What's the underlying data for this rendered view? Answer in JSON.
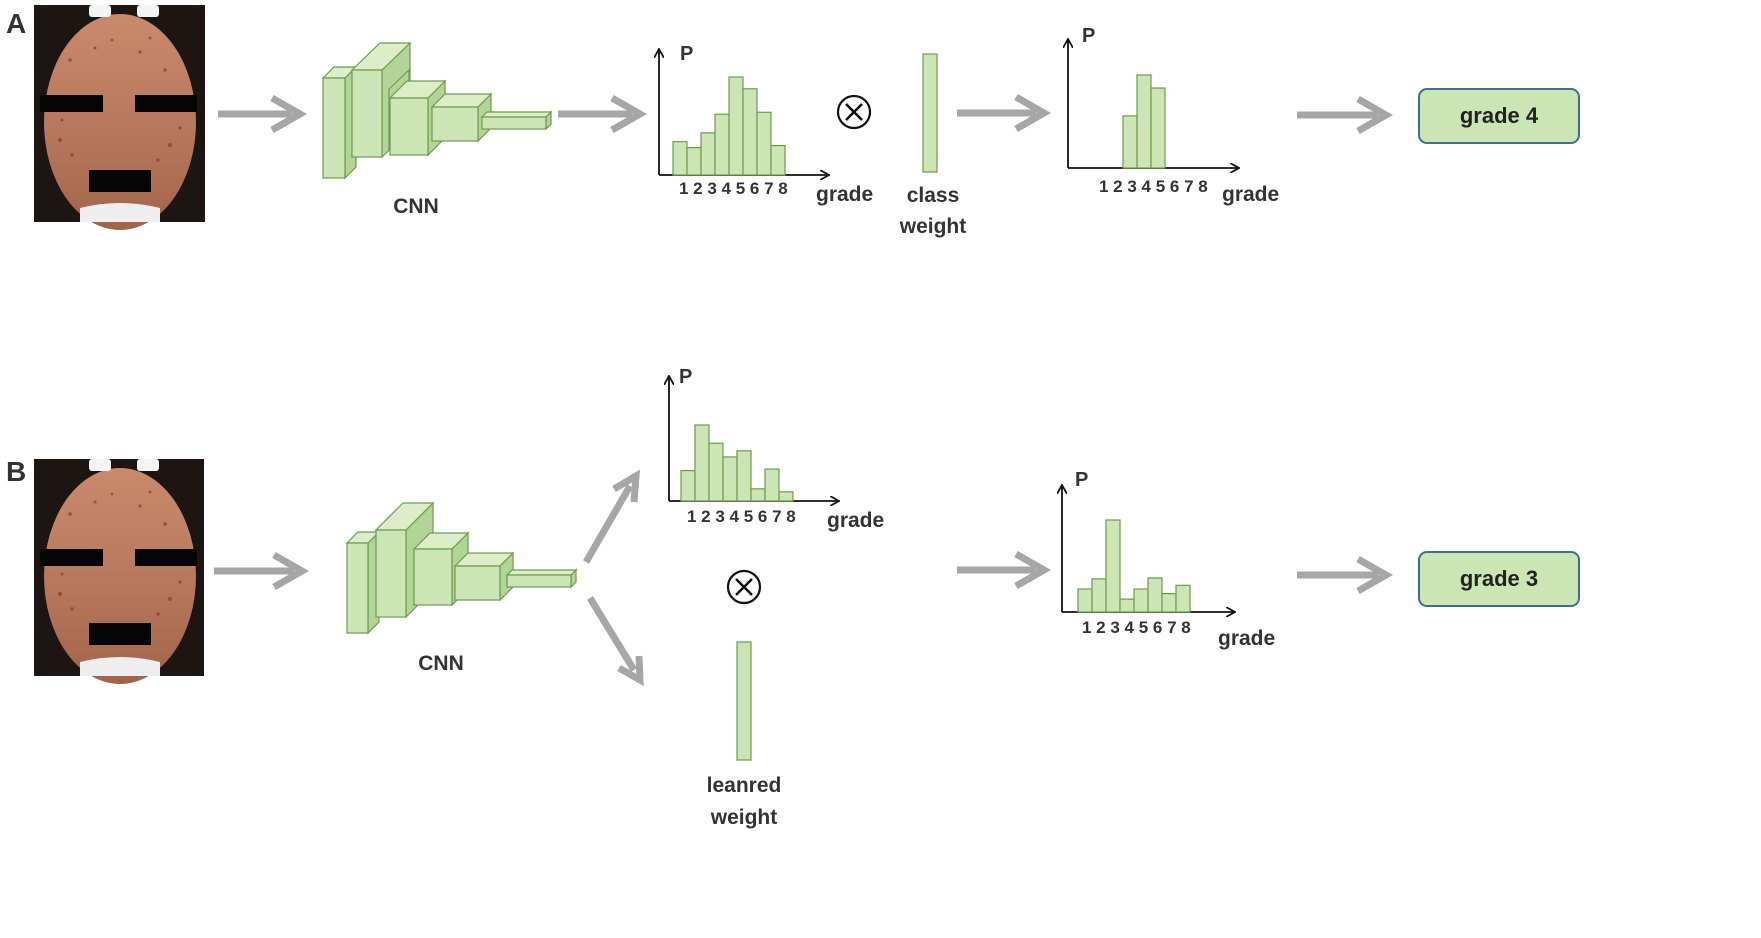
{
  "panel_a": {
    "letter": "A",
    "network_label": "CNN",
    "hist_in": {
      "y_label": "P",
      "x_label": "grade",
      "ticks": "1 2 3 4 5 6 7 8",
      "values": [
        0.34,
        0.28,
        0.43,
        0.62,
        1.0,
        0.88,
        0.64,
        0.3
      ]
    },
    "multiply_symbol": "⊗",
    "weight_label_line1": "class",
    "weight_label_line2": "weight",
    "hist_out": {
      "y_label": "P",
      "x_label": "grade",
      "ticks": "1 2 3 4 5 6 7 8",
      "values": [
        0,
        0,
        0.56,
        1.0,
        0.86,
        0,
        0,
        0
      ]
    },
    "result": "grade 4"
  },
  "panel_b": {
    "letter": "B",
    "network_label": "CNN",
    "hist_in": {
      "y_label": "P",
      "x_label": "grade",
      "ticks": "1 2 3 4 5 6 7 8",
      "values": [
        0.4,
        1.0,
        0.76,
        0.58,
        0.66,
        0.16,
        0.42,
        0.12
      ]
    },
    "multiply_symbol": "⊗",
    "weight_label_line1": "leanred",
    "weight_label_line2": "weight",
    "hist_out": {
      "y_label": "P",
      "x_label": "grade",
      "ticks": "1 2 3 4 5 6 7 8",
      "values": [
        0.25,
        0.36,
        1.0,
        0.14,
        0.25,
        0.37,
        0.2,
        0.29
      ]
    },
    "result": "grade 3"
  },
  "colors": {
    "bar_fill": "#cce5b4",
    "bar_stroke": "#6f9a4f",
    "arrow": "#a6a6a6",
    "result_border": "#3d6f96"
  }
}
